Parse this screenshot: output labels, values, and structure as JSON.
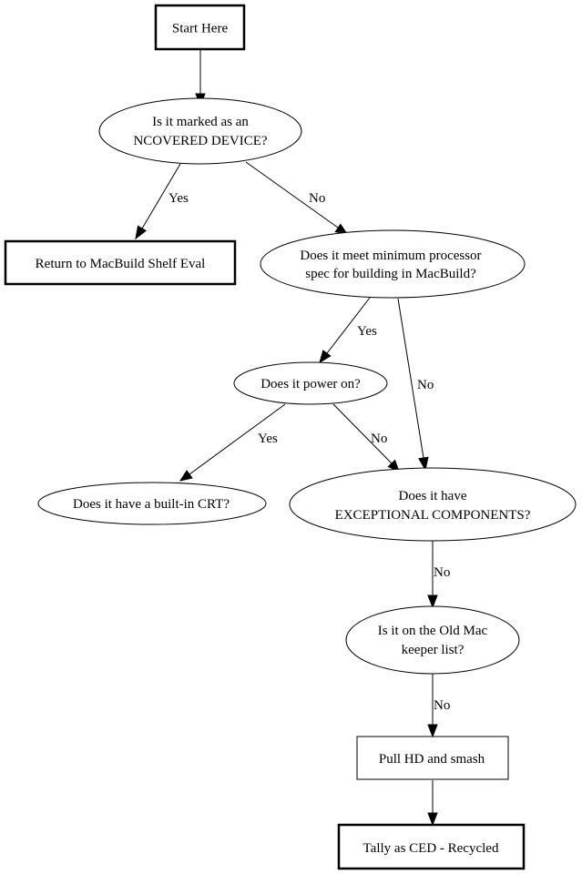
{
  "nodes": {
    "start": "Start Here",
    "q_ncovered": [
      "Is it marked as an",
      "NCOVERED DEVICE?"
    ],
    "return_macbuild": "Return to MacBuild Shelf Eval",
    "q_processor": [
      "Does it meet minimum processor",
      "spec for building in MacBuild?"
    ],
    "q_power": "Does it power on?",
    "q_crt": "Does it have a built-in CRT?",
    "q_exceptional": [
      "Does it have",
      "EXCEPTIONAL COMPONENTS?"
    ],
    "q_oldmac": [
      "Is it on the Old Mac",
      "keeper list?"
    ],
    "pull_hd": "Pull HD and smash",
    "tally": "Tally as CED - Recycled"
  },
  "edges": {
    "ncovered_yes": "Yes",
    "ncovered_no": "No",
    "processor_yes": "Yes",
    "processor_no": "No",
    "power_yes": "Yes",
    "power_no": "No",
    "exceptional_no": "No",
    "oldmac_no": "No"
  }
}
